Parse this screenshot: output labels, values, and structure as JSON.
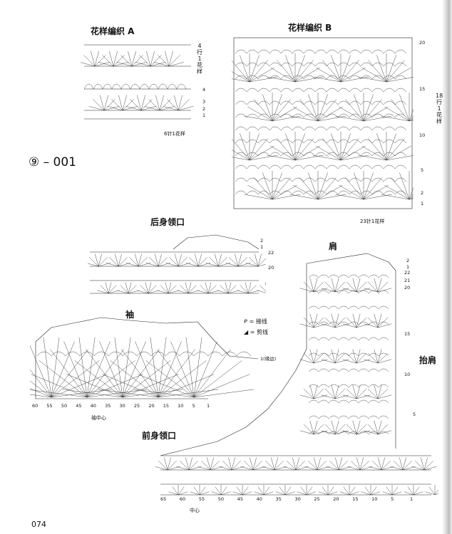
{
  "labels": {
    "pattern_a": "花样编织 A",
    "pattern_b": "花样编织 B",
    "section_id": "⑨ – 001",
    "back_neck": "后身领口",
    "shoulder": "肩",
    "sleeve": "袖",
    "shoulder_rise": "抬肩",
    "front_neck": "前身领口",
    "sleeve_center": "袖中心",
    "center": "中心",
    "page_number": "074"
  },
  "pattern_a": {
    "side_label_chars": [
      "4",
      "行",
      "1",
      "花",
      "样"
    ],
    "row_numbers": [
      "4",
      "3",
      "2",
      "1"
    ],
    "repeat_note": "6针1花样"
  },
  "pattern_b": {
    "side_label_chars": [
      "18",
      "行",
      "1",
      "花",
      "样"
    ],
    "row_numbers": [
      "20",
      "15",
      "10",
      "5",
      "2",
      "1"
    ],
    "repeat_note": "23针1花样"
  },
  "back_neck": {
    "row_numbers": [
      "2",
      "1",
      "22",
      "20"
    ]
  },
  "shoulder_chart": {
    "row_numbers": [
      "2",
      "1",
      "22",
      "21",
      "20",
      "15",
      "10",
      "5"
    ]
  },
  "legend": [
    {
      "symbol": "ᑭ",
      "text": "= 接线"
    },
    {
      "symbol": "◢",
      "text": "= 剪线"
    }
  ],
  "sleeve_chart": {
    "edge_note": "1(缘边)",
    "stitch_numbers": [
      "60",
      "55",
      "50",
      "45",
      "40",
      "35",
      "30",
      "25",
      "20",
      "15",
      "10",
      "5",
      "1"
    ]
  },
  "front_neck": {
    "stitch_numbers": [
      "65",
      "60",
      "55",
      "50",
      "45",
      "40",
      "35",
      "30",
      "25",
      "20",
      "15",
      "10",
      "5",
      "1"
    ]
  }
}
